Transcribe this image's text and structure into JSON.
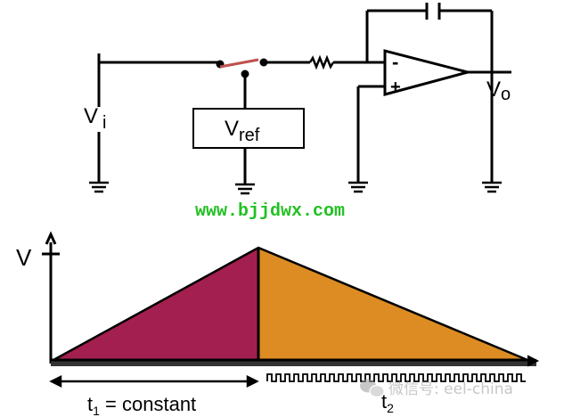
{
  "circuit": {
    "vi_label": {
      "main": "V",
      "sub": "i"
    },
    "vref_label": {
      "main": "V",
      "sub": "ref"
    },
    "vo_label": {
      "main": "V",
      "sub": "o"
    },
    "opamp_minus": "-",
    "opamp_plus": "+"
  },
  "watermark": {
    "url": "www.bjjdwx.com",
    "url_color": "#21c121",
    "wechat": "微信号: eel-china"
  },
  "graph": {
    "y_label": "V",
    "t1_label": {
      "main": "t",
      "sub": "1",
      "rest": " = constant"
    },
    "t2_label": {
      "main": "t",
      "sub": "2"
    },
    "run_up_color": "#a31f4f",
    "run_down_color": "#dc8c22"
  }
}
